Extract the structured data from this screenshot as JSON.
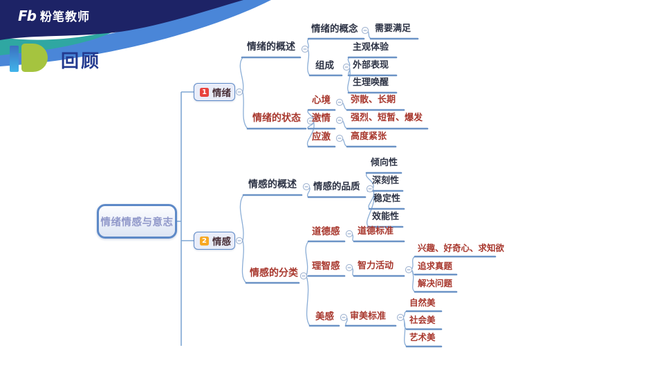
{
  "header": {
    "logo_fb": "Fb",
    "brand": "粉笔教师",
    "review": "回顾"
  },
  "colors": {
    "wave_navy": "#1d2366",
    "wave_blue": "#4a86d8",
    "wave_teal": "#2fa7a2",
    "logo_bar_blue": "#41b4ea",
    "logo_d_green": "#a5c43f",
    "review_navy": "#233a8f",
    "badge1_red": "#e8423c",
    "badge2_amber": "#f7a823",
    "text_maroon": "#a8382e",
    "text_navy": "#2d3345",
    "line_blue": "#6b93c6",
    "node_border_blue": "#5d89c7",
    "node_fill": "#e9edf9",
    "root_text": "#9199ca"
  },
  "mindmap": {
    "root": {
      "label": "情绪情感与意志"
    },
    "branches": [
      {
        "badge": "1",
        "label": "情绪",
        "children": [
          {
            "label": "情绪的概述",
            "children": [
              {
                "label": "情绪的概念",
                "children": [
                  {
                    "label": "需要满足"
                  }
                ]
              },
              {
                "label": "组成",
                "children": [
                  {
                    "label": "主观体验"
                  },
                  {
                    "label": "外部表现"
                  },
                  {
                    "label": "生理唤醒"
                  }
                ]
              }
            ]
          },
          {
            "label": "情绪的状态",
            "children": [
              {
                "label": "心境",
                "children": [
                  {
                    "label": "弥散、长期"
                  }
                ]
              },
              {
                "label": "激情",
                "children": [
                  {
                    "label": "强烈、短暂、爆发"
                  }
                ]
              },
              {
                "label": "应激",
                "children": [
                  {
                    "label": "高度紧张"
                  }
                ]
              }
            ]
          }
        ]
      },
      {
        "badge": "2",
        "label": "情感",
        "children": [
          {
            "label": "情感的概述",
            "children": [
              {
                "label": "情感的品质",
                "children": [
                  {
                    "label": "倾向性"
                  },
                  {
                    "label": "深刻性"
                  },
                  {
                    "label": "稳定性"
                  },
                  {
                    "label": "效能性"
                  }
                ]
              }
            ]
          },
          {
            "label": "情感的分类",
            "children": [
              {
                "label": "道德感",
                "children": [
                  {
                    "label": "道德标准"
                  }
                ]
              },
              {
                "label": "理智感",
                "children": [
                  {
                    "label": "智力活动",
                    "children": [
                      {
                        "label": "兴趣、好奇心、求知欲"
                      },
                      {
                        "label": "追求真题"
                      },
                      {
                        "label": "解决问题"
                      }
                    ]
                  }
                ]
              },
              {
                "label": "美感",
                "children": [
                  {
                    "label": "审美标准",
                    "children": [
                      {
                        "label": "自然美"
                      },
                      {
                        "label": "社会美"
                      },
                      {
                        "label": "艺术美"
                      }
                    ]
                  }
                ]
              }
            ]
          }
        ]
      }
    ]
  }
}
